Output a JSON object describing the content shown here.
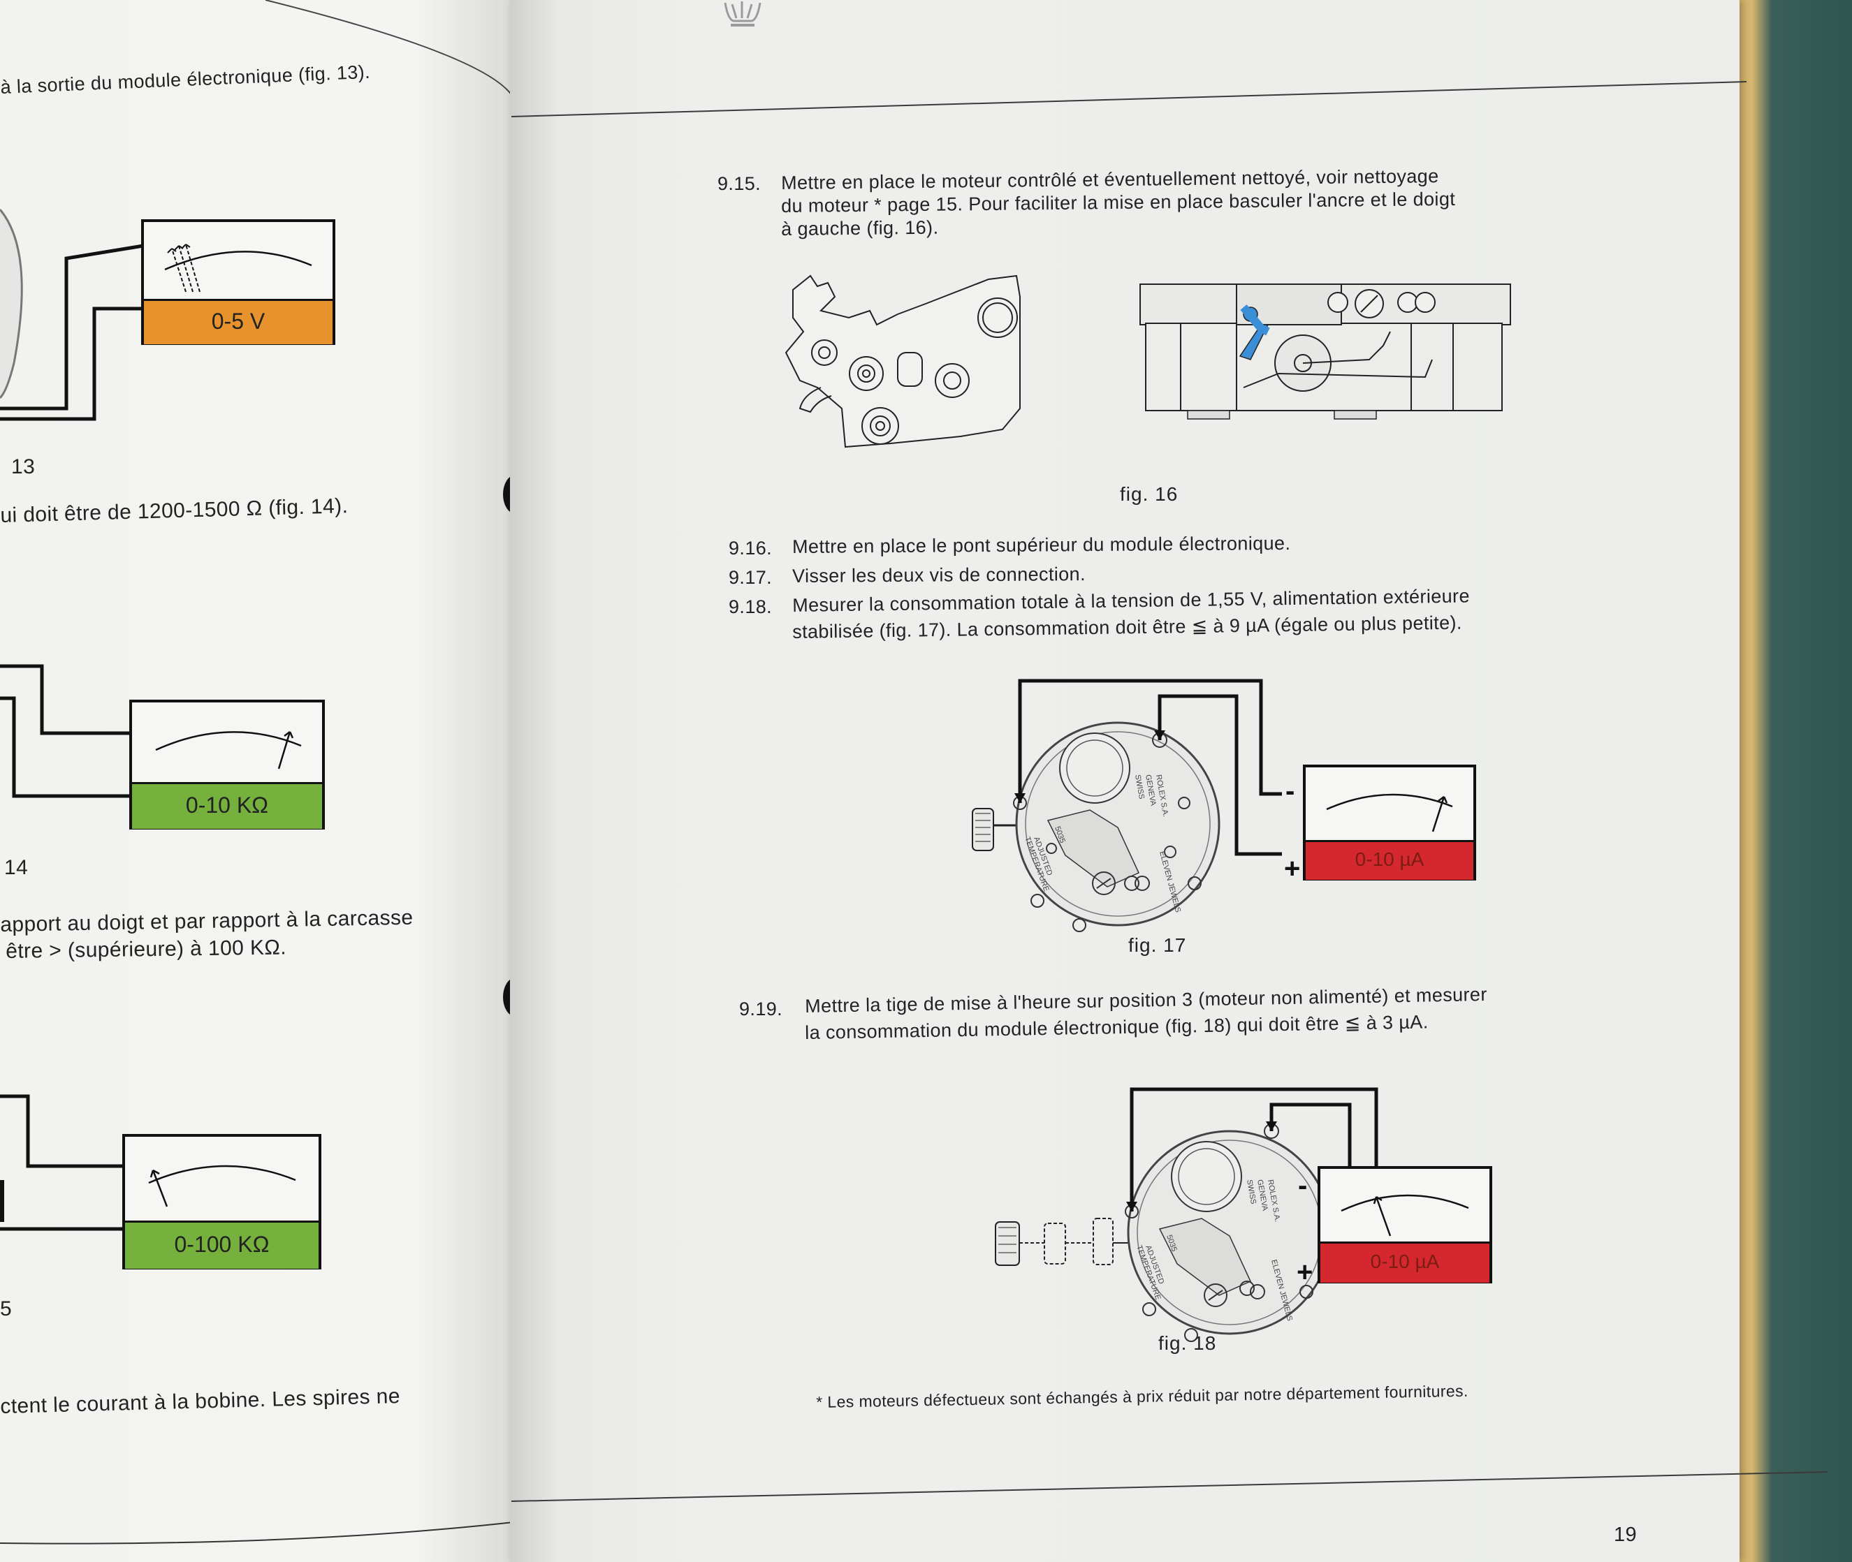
{
  "left_page": {
    "lines": [
      {
        "id": "l1",
        "text": "à la sortie du module électronique (fig. 13)."
      },
      {
        "id": "l2",
        "text": "ui doit être de 1200-1500 Ω (fig. 14)."
      },
      {
        "id": "l3",
        "text": "apport au doigt et par rapport à la carcasse"
      },
      {
        "id": "l4",
        "text": "être > (supérieure) à 100 KΩ."
      },
      {
        "id": "l5",
        "text": "ctent le courant à la bobine. Les spires ne"
      }
    ],
    "fig_numbers": [
      "13",
      "14",
      "5"
    ],
    "meters": [
      {
        "label": "0-5 V",
        "color": "#e8922e"
      },
      {
        "label": "0-10 KΩ",
        "color": "#76b13d"
      },
      {
        "label": "0-100 KΩ",
        "color": "#76b13d"
      }
    ]
  },
  "right_page": {
    "steps": [
      {
        "num": "9.15.",
        "lines": [
          "Mettre en place le moteur contrôlé et éventuellement nettoyé, voir nettoyage",
          "du moteur * page 15. Pour faciliter la mise en place basculer l'ancre et le doigt",
          "à gauche (fig. 16)."
        ]
      },
      {
        "num": "9.16.",
        "lines": [
          "Mettre en place le pont supérieur du module électronique."
        ]
      },
      {
        "num": "9.17.",
        "lines": [
          "Visser les deux vis de connection."
        ]
      },
      {
        "num": "9.18.",
        "lines": [
          "Mesurer la consommation totale à la tension de 1,55 V, alimentation extérieure",
          "stabilisée (fig. 17). La consommation doit être ≦ à 9 µA (égale ou plus petite)."
        ]
      },
      {
        "num": "9.19.",
        "lines": [
          "Mettre la tige de mise à l'heure sur position 3 (moteur non alimenté) et mesurer",
          "la consommation du module électronique (fig. 18) qui doit être ≦ à 3 µA."
        ]
      }
    ],
    "captions": {
      "fig16": "fig. 16",
      "fig17": "fig. 17",
      "fig18": "fig. 18"
    },
    "meters": [
      {
        "label": "0-10 µA",
        "color": "#d5282e",
        "minus": "-",
        "plus": "+"
      },
      {
        "label": "0-10 µA",
        "color": "#d5282e",
        "minus": "-",
        "plus": "+"
      }
    ],
    "movement_text": {
      "brand": "ROLEX S.A.",
      "city": "GENEVA",
      "country": "SWISS",
      "adjusted": "ADJUSTED",
      "temperature": "TEMPERATURE",
      "jewels": "ELEVEN JEWELS",
      "cal": "5035"
    },
    "footnote": "* Les moteurs défectueux sont échangés à prix réduit par notre département fournitures.",
    "page_number": "19"
  }
}
